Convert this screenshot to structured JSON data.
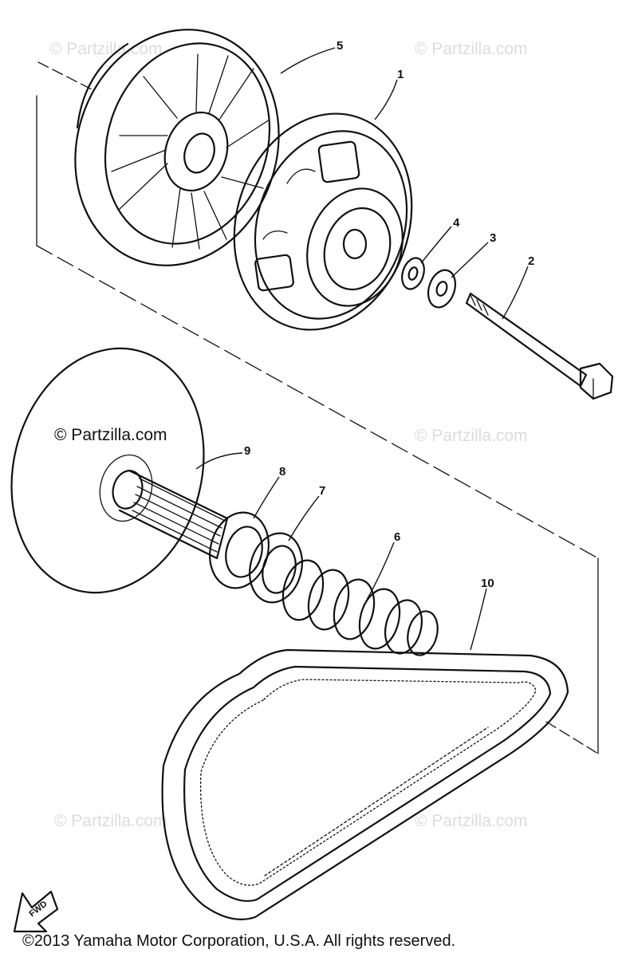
{
  "callouts": [
    {
      "id": "1",
      "label": "1"
    },
    {
      "id": "2",
      "label": "2"
    },
    {
      "id": "3",
      "label": "3"
    },
    {
      "id": "4",
      "label": "4"
    },
    {
      "id": "5",
      "label": "5"
    },
    {
      "id": "6",
      "label": "6"
    },
    {
      "id": "7",
      "label": "7"
    },
    {
      "id": "8",
      "label": "8"
    },
    {
      "id": "9",
      "label": "9"
    },
    {
      "id": "10",
      "label": "10"
    }
  ],
  "watermark": {
    "faint": "© Partzilla.com",
    "dark": "© Partzilla.com"
  },
  "direction_marker": "FWD",
  "copyright": "©2013 Yamaha Motor Corporation, U.S.A. All rights reserved.",
  "colors": {
    "ink": "#111111",
    "watermark": "#dcdcdc",
    "background": "#ffffff"
  }
}
